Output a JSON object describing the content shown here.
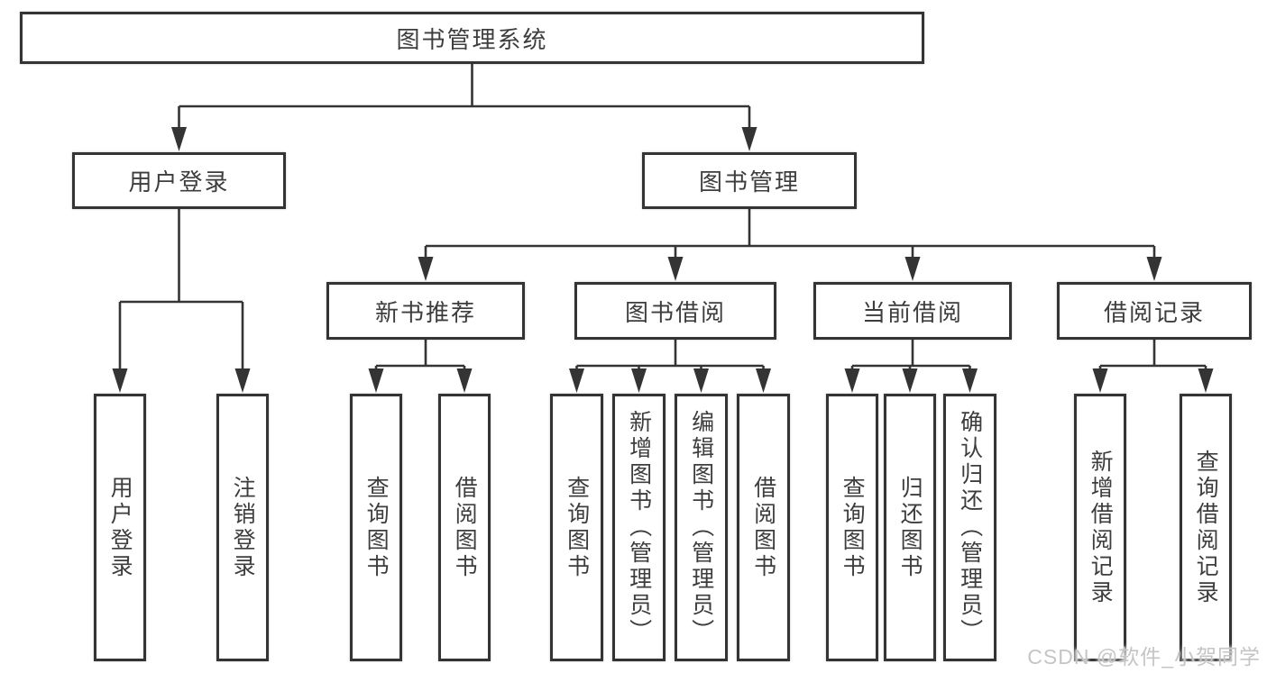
{
  "diagram": {
    "root": {
      "label": "图书管理系统"
    },
    "branches": [
      {
        "label": "用户登录",
        "children": [
          {
            "label": "用户登录"
          },
          {
            "label": "注销登录"
          }
        ]
      },
      {
        "label": "图书管理",
        "children": [
          {
            "label": "新书推荐",
            "children": [
              {
                "label": "查询图书"
              },
              {
                "label": "借阅图书"
              }
            ]
          },
          {
            "label": "图书借阅",
            "children": [
              {
                "label": "查询图书"
              },
              {
                "label": "新增图书（管理员）"
              },
              {
                "label": "编辑图书（管理员）"
              },
              {
                "label": "借阅图书"
              }
            ]
          },
          {
            "label": "当前借阅",
            "children": [
              {
                "label": "查询图书"
              },
              {
                "label": "归还图书"
              },
              {
                "label": "确认归还（管理员）"
              }
            ]
          },
          {
            "label": "借阅记录",
            "children": [
              {
                "label": "新增借阅记录"
              },
              {
                "label": "查询借阅记录"
              }
            ]
          }
        ]
      }
    ]
  },
  "watermark": {
    "text": "CSDN @软件_小贺同学"
  },
  "colors": {
    "line": "#343434",
    "box_border": "#343434",
    "text": "#3d3d3d",
    "background": "#ffffff",
    "watermark": "#c5c5c5"
  }
}
